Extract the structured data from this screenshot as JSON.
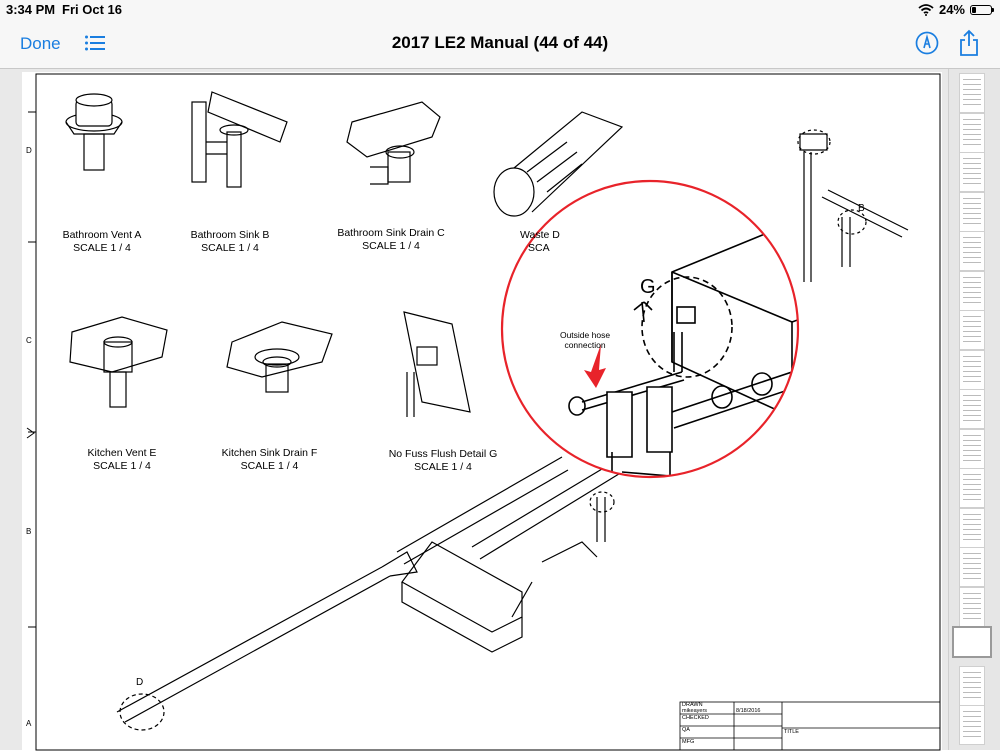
{
  "status_bar": {
    "time": "3:34 PM",
    "date": "Fri Oct 16",
    "battery": "24%",
    "battery_level": 0.24
  },
  "nav": {
    "done_label": "Done",
    "title": "2017 LE2 Manual (44 of 44)",
    "list_icon": "list-icon",
    "markup_icon": "markup-pen-icon",
    "share_icon": "share-icon"
  },
  "drawing": {
    "details": [
      {
        "name": "Bathroom Vent  A",
        "scale": "SCALE 1 / 4"
      },
      {
        "name": "Bathroom Sink  B",
        "scale": "SCALE 1 / 4"
      },
      {
        "name": "Bathroom Sink Drain  C",
        "scale": "SCALE 1 / 4"
      },
      {
        "name": "Waste D",
        "scale": "SCA"
      },
      {
        "name": "Kitchen Vent  E",
        "scale": "SCALE 1 / 4"
      },
      {
        "name": "Kitchen Sink Drain  F",
        "scale": "SCALE 1 / 4"
      },
      {
        "name": "No Fuss Flush Detail  G",
        "scale": "SCALE 1 / 4"
      }
    ],
    "zones": [
      "D",
      "C",
      "B",
      "A"
    ],
    "callout_letters": {
      "g": "G",
      "b": "B",
      "d": "D"
    },
    "annotation": "Outside hose connection",
    "annotation_color": "#e8232a",
    "title_block": {
      "drawn": "DRAWN",
      "drawn_by": "mikeayers",
      "date": "8/18/2016",
      "checked": "CHECKED",
      "qa": "QA",
      "mfg": "MFG",
      "title": "TITLE"
    }
  },
  "thumbnails": {
    "count": 17,
    "current": 44
  }
}
